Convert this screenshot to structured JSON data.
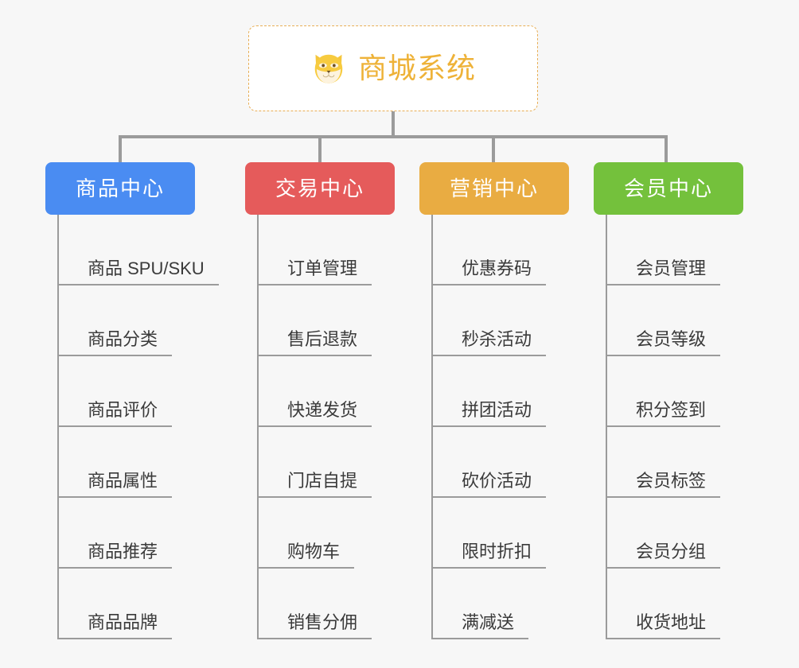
{
  "root": {
    "title": "商城系统",
    "icon": "shiba-dog-face-emoji",
    "border_color": "#e8ae55",
    "text_color": "#eeb238",
    "background": "#ffffff"
  },
  "canvas": {
    "background": "#f7f7f7",
    "connector_color": "#9b9b9b"
  },
  "branches": [
    {
      "label": "商品中心",
      "color": "#4a8cf2",
      "items": [
        "商品 SPU/SKU",
        "商品分类",
        "商品评价",
        "商品属性",
        "商品推荐",
        "商品品牌"
      ]
    },
    {
      "label": "交易中心",
      "color": "#e55b5b",
      "items": [
        "订单管理",
        "售后退款",
        "快递发货",
        "门店自提",
        "购物车",
        "销售分佣"
      ]
    },
    {
      "label": "营销中心",
      "color": "#e9ac42",
      "items": [
        "优惠券码",
        "秒杀活动",
        "拼团活动",
        "砍价活动",
        "限时折扣",
        "满减送"
      ]
    },
    {
      "label": "会员中心",
      "color": "#74c13c",
      "items": [
        "会员管理",
        "会员等级",
        "积分签到",
        "会员标签",
        "会员分组",
        "收货地址"
      ]
    }
  ]
}
